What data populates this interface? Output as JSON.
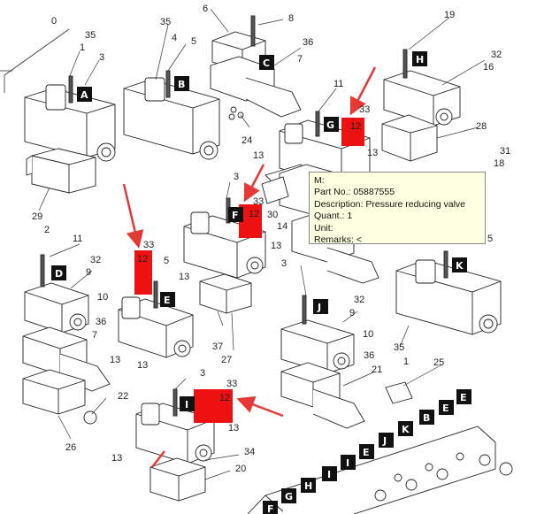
{
  "callouts": [
    {
      "id": "c0",
      "text": "0"
    },
    {
      "id": "c35a",
      "text": "35"
    },
    {
      "id": "c1a",
      "text": "1"
    },
    {
      "id": "c3a",
      "text": "3"
    },
    {
      "id": "c35b",
      "text": "35"
    },
    {
      "id": "c4",
      "text": "4"
    },
    {
      "id": "c5a",
      "text": "5"
    },
    {
      "id": "c6",
      "text": "6"
    },
    {
      "id": "c8",
      "text": "8"
    },
    {
      "id": "c36a",
      "text": "36"
    },
    {
      "id": "c7a",
      "text": "7"
    },
    {
      "id": "c19",
      "text": "19"
    },
    {
      "id": "c32a",
      "text": "32"
    },
    {
      "id": "c16",
      "text": "16"
    },
    {
      "id": "c11a",
      "text": "11"
    },
    {
      "id": "c33a",
      "text": "33"
    },
    {
      "id": "c28",
      "text": "28"
    },
    {
      "id": "c31",
      "text": "31"
    },
    {
      "id": "c18",
      "text": "18"
    },
    {
      "id": "c13a",
      "text": "13"
    },
    {
      "id": "c13b",
      "text": "13"
    },
    {
      "id": "c24",
      "text": "24"
    },
    {
      "id": "c29",
      "text": "29"
    },
    {
      "id": "c2",
      "text": "2"
    },
    {
      "id": "c3b",
      "text": "3"
    },
    {
      "id": "c33b",
      "text": "33"
    },
    {
      "id": "c30",
      "text": "30"
    },
    {
      "id": "c14",
      "text": "14"
    },
    {
      "id": "c5b",
      "text": "5"
    },
    {
      "id": "c13c",
      "text": "13"
    },
    {
      "id": "c13d",
      "text": "13"
    },
    {
      "id": "c11b",
      "text": "11"
    },
    {
      "id": "c33c",
      "text": "33"
    },
    {
      "id": "c5c",
      "text": "5"
    },
    {
      "id": "c32b",
      "text": "32"
    },
    {
      "id": "c9a",
      "text": "9"
    },
    {
      "id": "c10a",
      "text": "10"
    },
    {
      "id": "c36b",
      "text": "36"
    },
    {
      "id": "c7b",
      "text": "7"
    },
    {
      "id": "c13e",
      "text": "13"
    },
    {
      "id": "c13f",
      "text": "13"
    },
    {
      "id": "c37",
      "text": "37"
    },
    {
      "id": "c27",
      "text": "27"
    },
    {
      "id": "c3c",
      "text": "3"
    },
    {
      "id": "c32c",
      "text": "32"
    },
    {
      "id": "c9b",
      "text": "9"
    },
    {
      "id": "c10b",
      "text": "10"
    },
    {
      "id": "c36c",
      "text": "36"
    },
    {
      "id": "c21",
      "text": "21"
    },
    {
      "id": "c35c",
      "text": "35"
    },
    {
      "id": "c1b",
      "text": "1"
    },
    {
      "id": "c25",
      "text": "25"
    },
    {
      "id": "c22",
      "text": "22"
    },
    {
      "id": "c26",
      "text": "26"
    },
    {
      "id": "c3d",
      "text": "3"
    },
    {
      "id": "c33d",
      "text": "33"
    },
    {
      "id": "c13g",
      "text": "13"
    },
    {
      "id": "c13h",
      "text": "13"
    },
    {
      "id": "c34",
      "text": "34"
    },
    {
      "id": "c20",
      "text": "20"
    }
  ],
  "red_markers": [
    {
      "id": "rG",
      "text": "12"
    },
    {
      "id": "rF",
      "text": "12"
    },
    {
      "id": "rE",
      "text": "12"
    },
    {
      "id": "rI",
      "text": "12"
    }
  ],
  "letter_tags": [
    {
      "id": "tA",
      "text": "A"
    },
    {
      "id": "tB",
      "text": "B"
    },
    {
      "id": "tC",
      "text": "C"
    },
    {
      "id": "tH",
      "text": "H"
    },
    {
      "id": "tG",
      "text": "G"
    },
    {
      "id": "tF",
      "text": "F"
    },
    {
      "id": "tD",
      "text": "D"
    },
    {
      "id": "tE",
      "text": "E"
    },
    {
      "id": "tK",
      "text": "K"
    },
    {
      "id": "tJ",
      "text": "J"
    },
    {
      "id": "tI",
      "text": "I"
    },
    {
      "id": "mE1",
      "text": "E"
    },
    {
      "id": "mE2",
      "text": "E"
    },
    {
      "id": "mB",
      "text": "B"
    },
    {
      "id": "mK",
      "text": "K"
    },
    {
      "id": "mJ",
      "text": "J"
    },
    {
      "id": "mE3",
      "text": "E"
    },
    {
      "id": "mI1",
      "text": "I"
    },
    {
      "id": "mI2",
      "text": "I"
    },
    {
      "id": "mH",
      "text": "H"
    },
    {
      "id": "mG",
      "text": "G"
    },
    {
      "id": "mF",
      "text": "F"
    }
  ],
  "tooltip": {
    "m": "M:",
    "part_no": "Part No.: 05887555",
    "description": "Description: Pressure reducing valve",
    "quant": "Quant.: 1",
    "unit": "Unit:",
    "remarks": "Remarks: <"
  },
  "colors": {
    "highlight": "#ee1111",
    "tag": "#111111",
    "tooltip_bg": "#ffffe1",
    "line": "#333333"
  }
}
